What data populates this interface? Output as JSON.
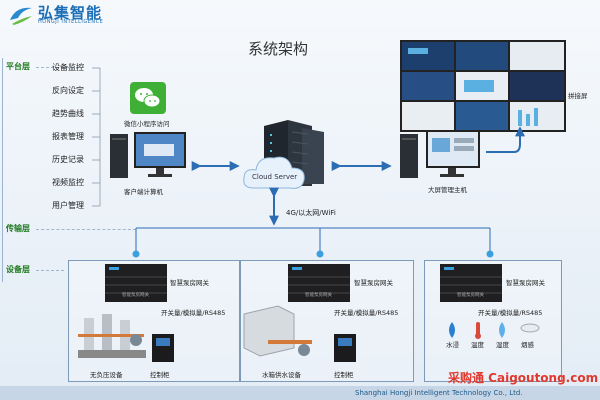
{
  "logo": {
    "name_cn": "弘集智能",
    "name_en": "HONGJI INTELLIGENCE"
  },
  "title": "系统架构",
  "layers": {
    "platform": "平台层",
    "transport": "传输层",
    "device": "设备层"
  },
  "menu": [
    "设备监控",
    "反向设定",
    "趋势曲线",
    "报表管理",
    "历史记录",
    "视频监控",
    "用户管理"
  ],
  "labels": {
    "wechat": "微信小程序访问",
    "client_pc": "客户端计算机",
    "cloud": "Cloud Server",
    "screen_host": "大屏管理主机",
    "splice_screen": "拼接屏",
    "network": "4G/以太网/WiFi",
    "smart_gateway": "智慧泵房网关",
    "gateway_model": "智能泵房网关",
    "signals": "开关量/模拟量/RS485",
    "pump_a": "无负压设备",
    "pump_b": "水箱供水设备",
    "cabinet": "控制柜",
    "sensors": [
      "水浸",
      "温度",
      "湿度",
      "烟感"
    ]
  },
  "footer": {
    "company": "Shanghai Hongji Intelligent Technology Co., Ltd.",
    "watermark": "采购通 Caigoutong.com"
  },
  "colors": {
    "accent": "#1c6fb6",
    "layer_tag": "#1f7a1f",
    "arrow": "#2b6cb3"
  },
  "icons": [
    "wechat-icon",
    "server-icon",
    "cloud-icon",
    "monitor-icon",
    "gateway-icon",
    "pump-icon",
    "cabinet-icon",
    "sensor-icon"
  ]
}
